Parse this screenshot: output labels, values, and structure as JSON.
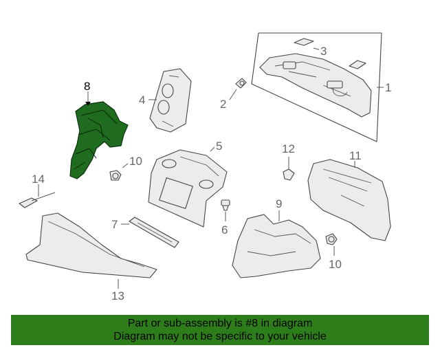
{
  "diagram": {
    "callouts": {
      "c1": "1",
      "c2": "2",
      "c3": "3",
      "c4": "4",
      "c5": "5",
      "c6": "6",
      "c7": "7",
      "c8": "8",
      "c9": "9",
      "c10a": "10",
      "c10b": "10",
      "c11": "11",
      "c12": "12",
      "c13": "13",
      "c14": "14"
    },
    "highlight_color": "#1f6b1f"
  },
  "banner": {
    "line1": "Part or sub-assembly is #8 in diagram",
    "line2": "Diagram may not be specific to your vehicle",
    "background": "#2e7d1b"
  }
}
